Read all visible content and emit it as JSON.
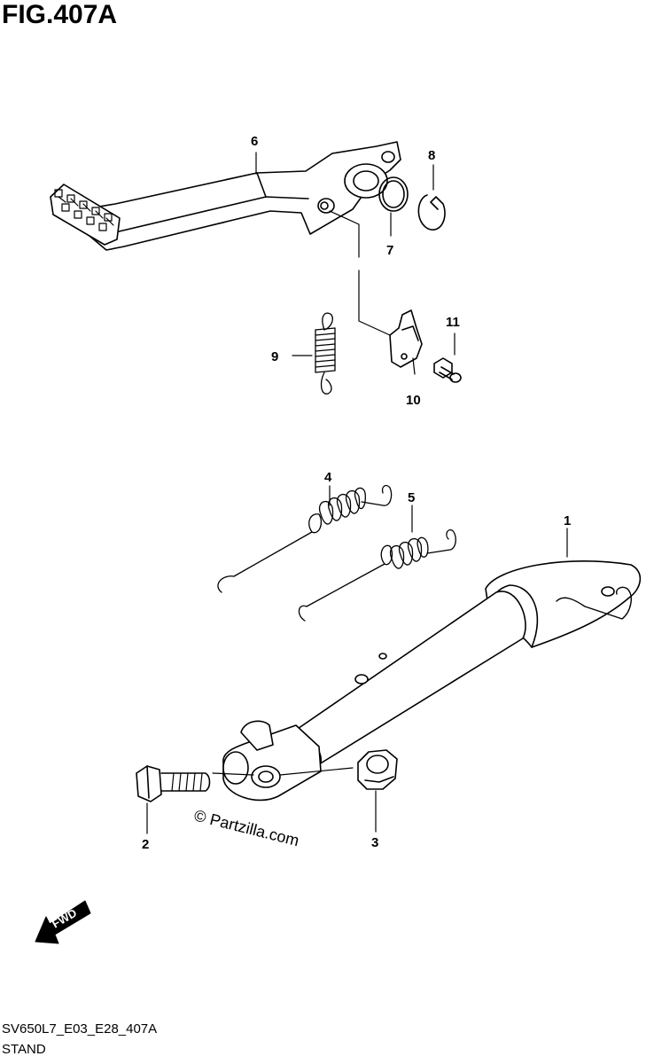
{
  "figure": {
    "title": "FIG.407A",
    "code": "SV650L7_E03_E28_407A",
    "name": "STAND"
  },
  "watermark": "© Partzilla.com",
  "fwd_label": "FWD",
  "callouts": [
    {
      "id": "c1",
      "label": "1",
      "part": "side-stand"
    },
    {
      "id": "c2",
      "label": "2",
      "part": "bolt"
    },
    {
      "id": "c3",
      "label": "3",
      "part": "nut"
    },
    {
      "id": "c4",
      "label": "4",
      "part": "spring-upper"
    },
    {
      "id": "c5",
      "label": "5",
      "part": "spring-lower"
    },
    {
      "id": "c6",
      "label": "6",
      "part": "gear-shift-lever"
    },
    {
      "id": "c7",
      "label": "7",
      "part": "washer-ring"
    },
    {
      "id": "c8",
      "label": "8",
      "part": "circlip"
    },
    {
      "id": "c9",
      "label": "9",
      "part": "return-spring"
    },
    {
      "id": "c10",
      "label": "10",
      "part": "bracket"
    },
    {
      "id": "c11",
      "label": "11",
      "part": "small-bolt"
    }
  ],
  "colors": {
    "line": "#000000",
    "background": "#ffffff"
  }
}
